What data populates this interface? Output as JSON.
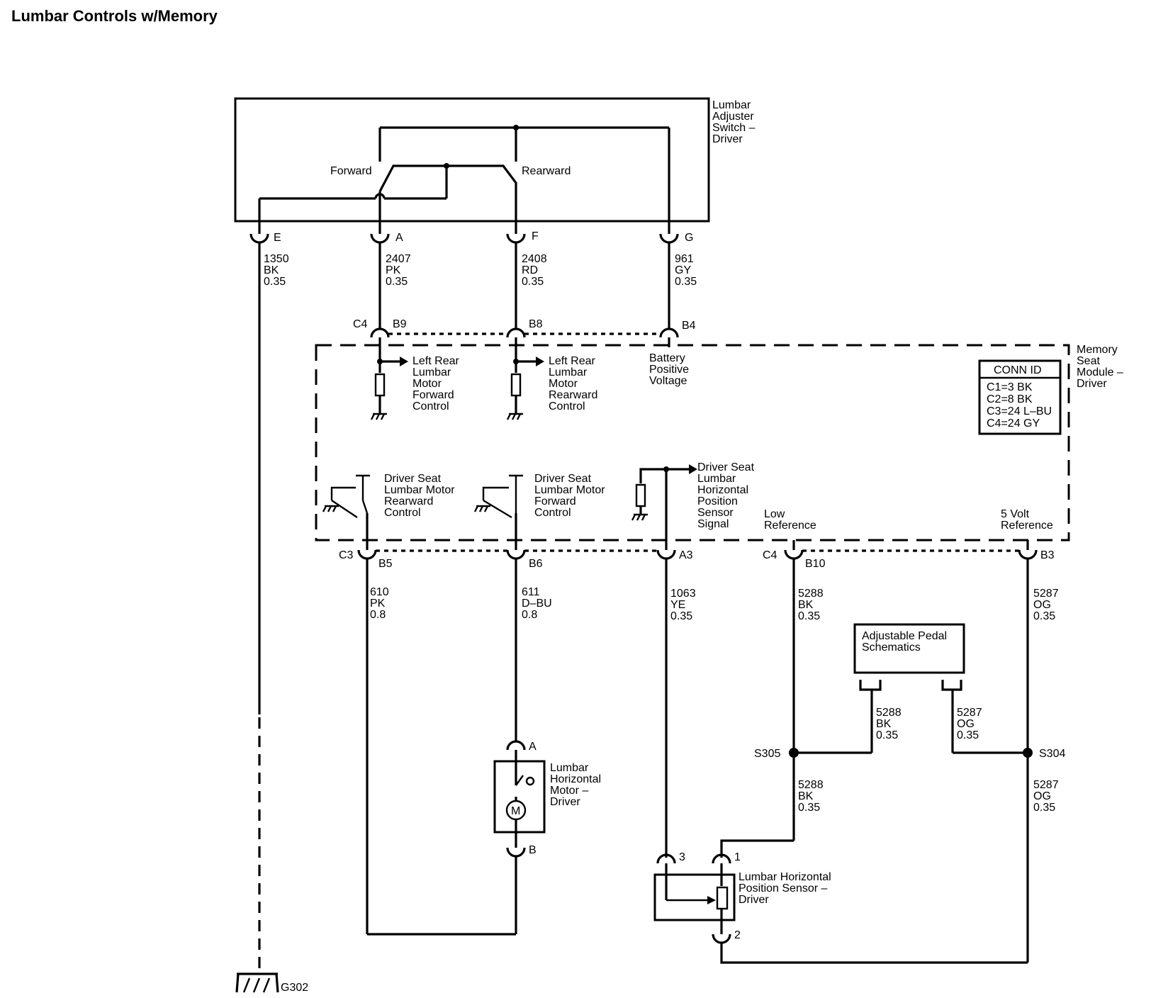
{
  "title": "Lumbar Controls w/Memory",
  "switch": {
    "name": [
      "Lumbar",
      "Adjuster",
      "Switch –",
      "Driver"
    ],
    "forward": "Forward",
    "rearward": "Rearward"
  },
  "pins_top": [
    {
      "pin": "E",
      "circuit": [
        "1350",
        "BK",
        "0.35"
      ]
    },
    {
      "pin": "A",
      "circuit": [
        "2407",
        "PK",
        "0.35"
      ]
    },
    {
      "pin": "F",
      "circuit": [
        "2408",
        "RD",
        "0.35"
      ]
    },
    {
      "pin": "G",
      "circuit": [
        "961",
        "GY",
        "0.35"
      ]
    }
  ],
  "module": {
    "name": [
      "Memory",
      "Seat",
      "Module –",
      "Driver"
    ],
    "conn_top": {
      "id": "C4",
      "pins": [
        "B9",
        "B8",
        "B4"
      ]
    },
    "conn_bottom_c3": {
      "id": "C3",
      "pins": [
        "B5",
        "B6",
        "A3"
      ]
    },
    "conn_bottom_c4": {
      "id": "C4",
      "pins": [
        "B10",
        "B3"
      ]
    },
    "conn_id_title": "CONN ID",
    "conn_id_rows": [
      "C1=3 BK",
      "C2=8 BK",
      "C3=24 L–BU",
      "C4=24 GY"
    ],
    "left_fwd": [
      "Left Rear",
      "Lumbar",
      "Motor",
      "Forward",
      "Control"
    ],
    "left_rwd": [
      "Left Rear",
      "Lumbar",
      "Motor",
      "Rearward",
      "Control"
    ],
    "battery": [
      "Battery",
      "Positive",
      "Voltage"
    ],
    "seat_rwd": [
      "Driver Seat",
      "Lumbar Motor",
      "Rearward",
      "Control"
    ],
    "seat_fwd": [
      "Driver Seat",
      "Lumbar Motor",
      "Forward",
      "Control"
    ],
    "sensor_sig": [
      "Driver Seat",
      "Lumbar",
      "Horizontal",
      "Position",
      "Sensor",
      "Signal"
    ],
    "low_ref": [
      "Low",
      "Reference"
    ],
    "five_volt": [
      "5 Volt",
      "Reference"
    ]
  },
  "wires_bottom": [
    [
      "610",
      "PK",
      "0.8"
    ],
    [
      "611",
      "D–BU",
      "0.8"
    ],
    [
      "1063",
      "YE",
      "0.35"
    ],
    [
      "5288",
      "BK",
      "0.35"
    ],
    [
      "5287",
      "OG",
      "0.35"
    ]
  ],
  "pedal": {
    "name": [
      "Adjustable Pedal",
      "Schematics"
    ],
    "w1": [
      "5288",
      "BK",
      "0.35"
    ],
    "w2": [
      "5287",
      "OG",
      "0.35"
    ]
  },
  "splices": [
    "S305",
    "S304"
  ],
  "after_splice": [
    [
      "5288",
      "BK",
      "0.35"
    ],
    [
      "5287",
      "OG",
      "0.35"
    ]
  ],
  "motor": {
    "name": [
      "Lumbar",
      "Horizontal",
      "Motor –",
      "Driver"
    ],
    "pin_a": "A",
    "pin_b": "B",
    "symbol": "M"
  },
  "sensor": {
    "name": [
      "Lumbar Horizontal",
      "Position Sensor –",
      "Driver"
    ],
    "pins": [
      "3",
      "1",
      "2"
    ]
  },
  "ground": "G302"
}
